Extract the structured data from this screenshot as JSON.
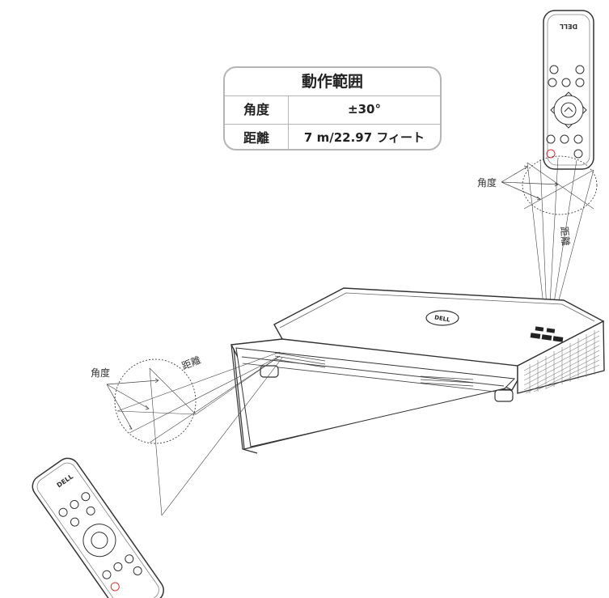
{
  "range_table": {
    "title": "動作範囲",
    "rows": [
      {
        "key": "角度",
        "value": "±30°"
      },
      {
        "key": "距離",
        "value": "7 m/22.97 フィート"
      }
    ]
  },
  "labels": {
    "angle_top": "角度",
    "distance_top": "距離",
    "angle_bottom": "角度",
    "distance_bottom": "距離"
  },
  "remote": {
    "logo_top": "DELL",
    "logo_bottom": "DELL",
    "projector_logo": "DELL"
  }
}
